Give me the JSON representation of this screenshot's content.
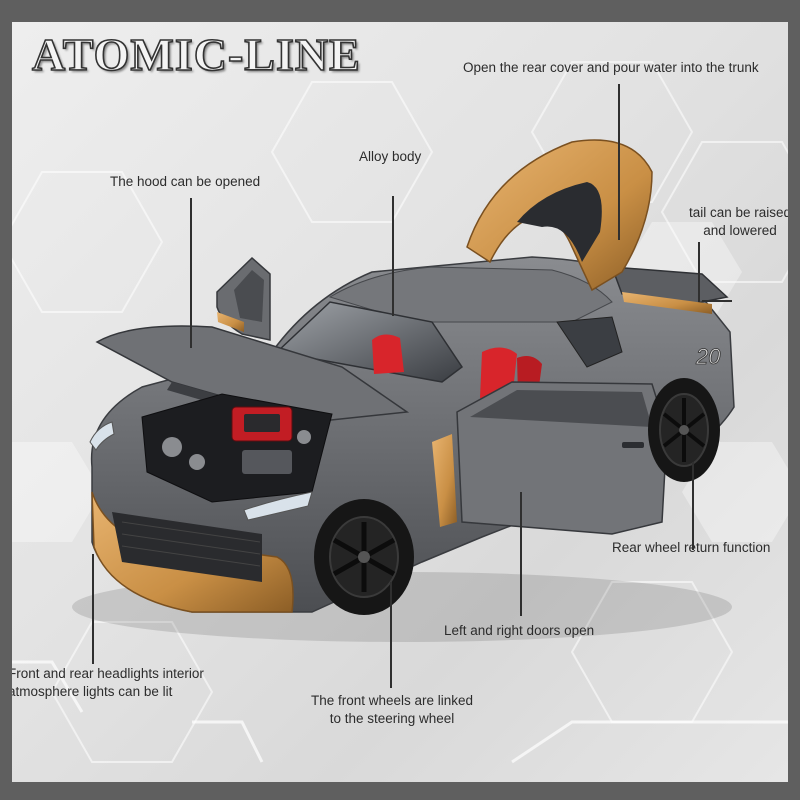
{
  "brand": {
    "title": "ATOMIC-LINE"
  },
  "colors": {
    "frame": "#5f5f5f",
    "panel": "#e6e6e6",
    "car_body": "#6c6e72",
    "accent_gold": "#c98f45",
    "interior_red": "#d8252b",
    "tire": "#161616",
    "text": "#2c2c2c"
  },
  "model_badge": "20",
  "features": {
    "rear_cover": "Open the rear cover and pour water into the trunk",
    "alloy_body": "Alloy body",
    "hood": "The hood can be opened",
    "tail": [
      "tail can be raised",
      "and lowered"
    ],
    "rear_wheel": "Rear wheel return function",
    "doors": "Left and right doors open",
    "headlights": [
      "Front and rear headlights interior",
      "atmosphere lights can be lit"
    ],
    "front_wheels": [
      "The front wheels are linked",
      "to the steering wheel"
    ]
  }
}
